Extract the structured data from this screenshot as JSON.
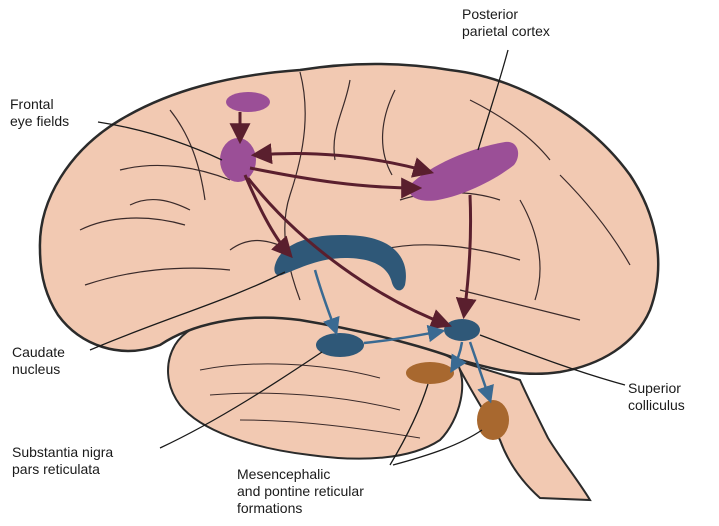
{
  "labels": {
    "frontal_eye_fields": [
      "Frontal",
      "eye fields"
    ],
    "posterior_parietal_cortex": [
      "Posterior",
      "parietal cortex"
    ],
    "caudate_nucleus": [
      "Caudate",
      "nucleus"
    ],
    "superior_colliculus": [
      "Superior",
      "colliculus"
    ],
    "substantia_nigra": [
      "Substantia nigra",
      "pars reticulata"
    ],
    "reticular_formations": [
      "Mesencephalic",
      "and pontine reticular",
      "formations"
    ]
  },
  "colors": {
    "brain_fill": "#f2c9b2",
    "brain_outline": "#2b2b2b",
    "cortical_areas": "#9b4f97",
    "subcortical_nuclei": "#2f5878",
    "brainstem_nuclei": "#a8682f",
    "pathway_arrows": "#5a1f2e"
  }
}
